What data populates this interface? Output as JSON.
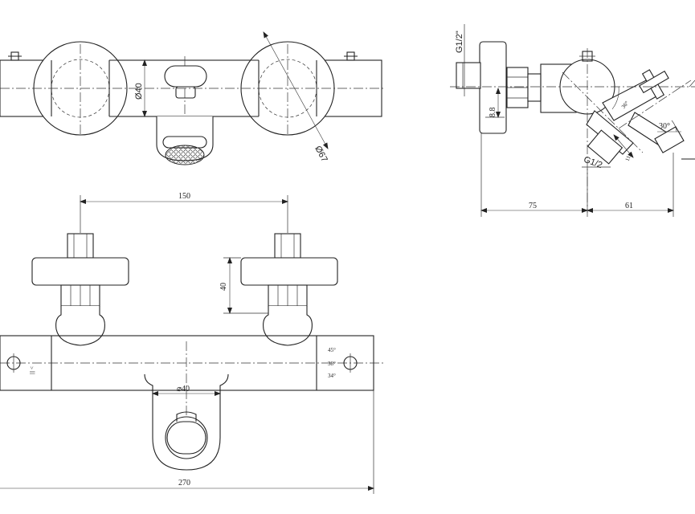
{
  "front_view": {
    "dim_body_diameter": "Ø40",
    "dim_handle_diameter": "Ø67"
  },
  "bottom_view": {
    "dim_centers": "150",
    "dim_height": "40",
    "dim_spout_diameter": "⌀40",
    "dim_total_length": "270",
    "temp_marks": [
      "45°",
      "38°",
      "34°"
    ]
  },
  "side_view": {
    "thread_top": "G1/2\"",
    "thread_bottom": "G1/2",
    "dim_offset": "8.8",
    "dim_depth_1": "75",
    "dim_depth_2": "61",
    "angle_1": "36°",
    "angle_2": "30°",
    "dim_small": "11"
  }
}
